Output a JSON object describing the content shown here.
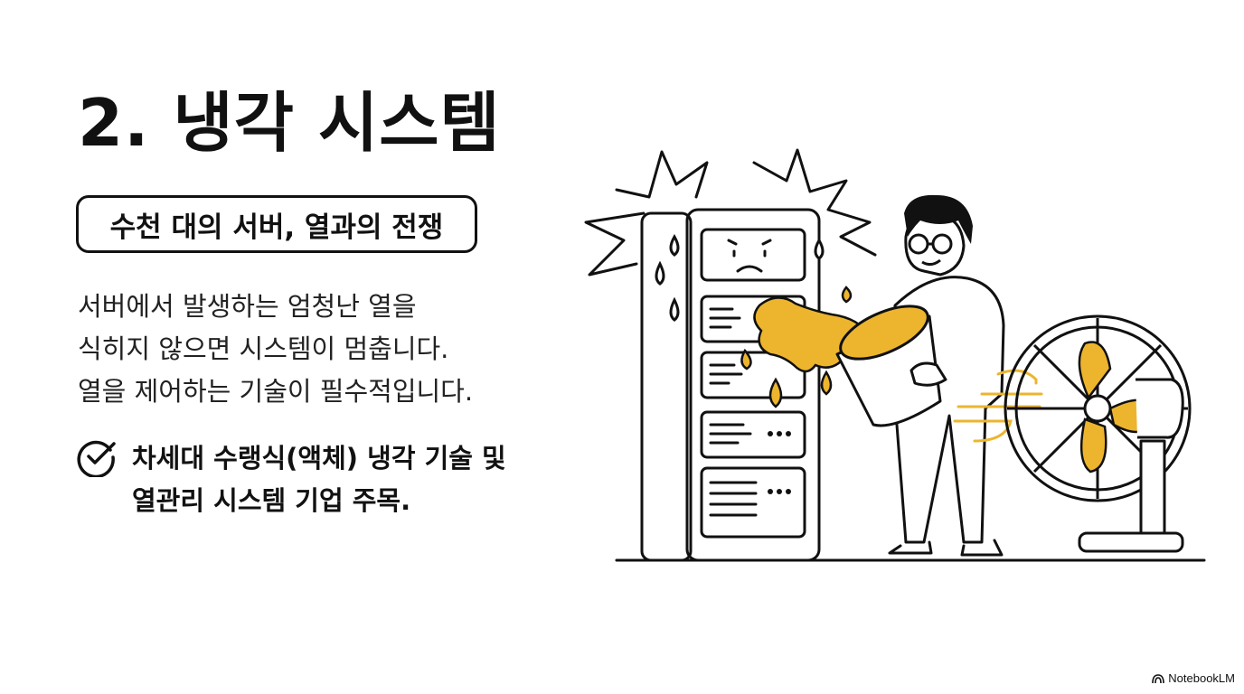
{
  "slide": {
    "title": "2. 냉각 시스템",
    "subtitle": "수천 대의 서버, 열과의 전쟁",
    "body_lines": [
      "서버에서 발생하는 엄청난 열을",
      "식히지 않으면 시스템이 멈춥니다.",
      "열을 제어하는 기술이 필수적입니다."
    ],
    "highlight_lines": [
      "차세대 수랭식(액체) 냉각 기술 및",
      "열관리 시스템 기업 주목."
    ],
    "highlight_icon": "check-circle-icon"
  },
  "illustration": {
    "subject": "person-pouring-liquid-on-hot-server-with-fan",
    "accent_color": "#EDB52E",
    "line_color": "#111111"
  },
  "footer": {
    "watermark": "NotebookLM"
  }
}
